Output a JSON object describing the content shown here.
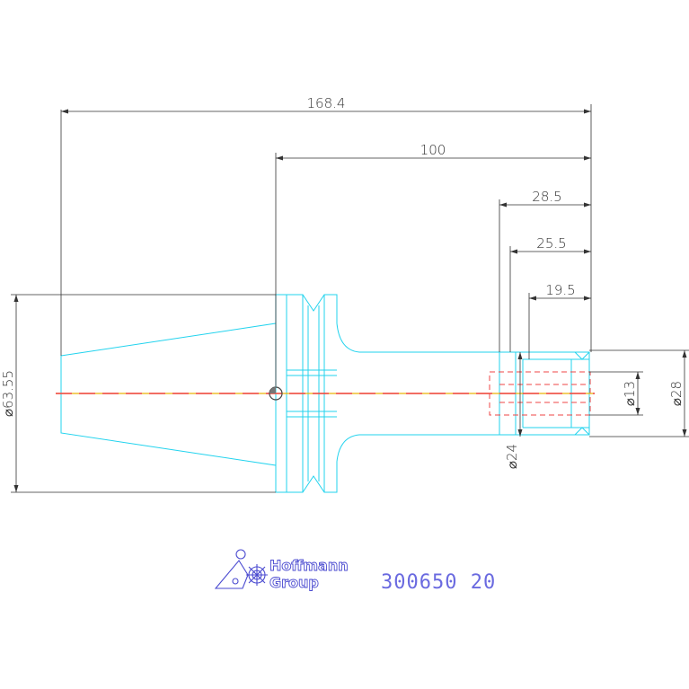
{
  "dimensions": {
    "overall_length": "168.4",
    "shank_length": "100",
    "len_28_5": "28.5",
    "len_25_5": "25.5",
    "len_19_5": "19.5",
    "dia_flange": "⌀63.55",
    "dia_13": "⌀13",
    "dia_28": "⌀28",
    "dia_24": "⌀24"
  },
  "logo": {
    "line1": "Hoffmann",
    "line2": "Group"
  },
  "part_number": "300650 20",
  "colors": {
    "outline": "#22d3ee",
    "dimension": "#333333",
    "centerline_red": "#ef4444",
    "centerline_yellow": "#eab308",
    "logo": "#4a4ad0"
  }
}
